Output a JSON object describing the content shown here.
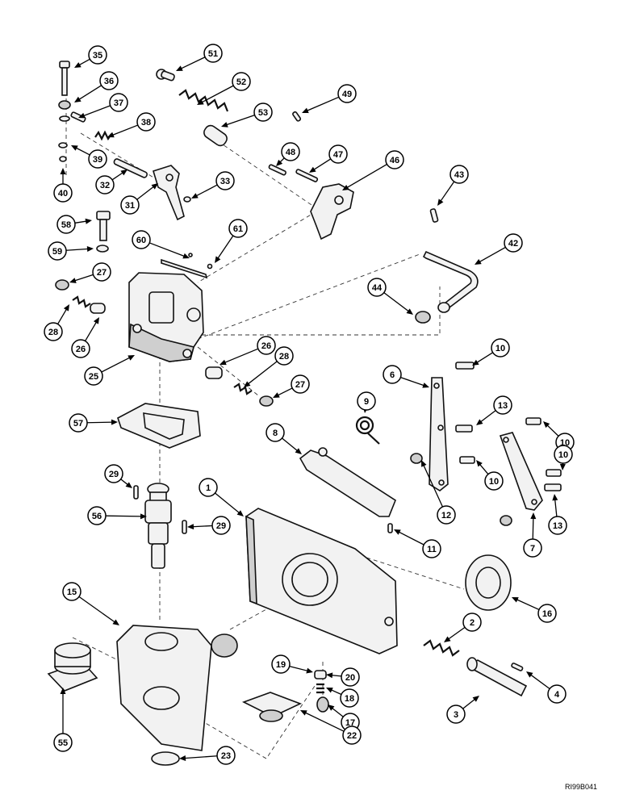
{
  "drawing_code": "RI99B041",
  "callouts": [
    {
      "label": "35"
    },
    {
      "label": "36"
    },
    {
      "label": "37"
    },
    {
      "label": "38"
    },
    {
      "label": "39"
    },
    {
      "label": "40"
    },
    {
      "label": "32"
    },
    {
      "label": "31"
    },
    {
      "label": "33"
    },
    {
      "label": "51"
    },
    {
      "label": "52"
    },
    {
      "label": "53"
    },
    {
      "label": "49"
    },
    {
      "label": "48"
    },
    {
      "label": "47"
    },
    {
      "label": "46"
    },
    {
      "label": "43"
    },
    {
      "label": "58"
    },
    {
      "label": "59"
    },
    {
      "label": "60"
    },
    {
      "label": "61"
    },
    {
      "label": "42"
    },
    {
      "label": "27"
    },
    {
      "label": "28"
    },
    {
      "label": "26"
    },
    {
      "label": "44"
    },
    {
      "label": "25"
    },
    {
      "label": "26"
    },
    {
      "label": "28"
    },
    {
      "label": "27"
    },
    {
      "label": "10"
    },
    {
      "label": "6"
    },
    {
      "label": "9"
    },
    {
      "label": "13"
    },
    {
      "label": "57"
    },
    {
      "label": "8"
    },
    {
      "label": "10"
    },
    {
      "label": "10"
    },
    {
      "label": "10"
    },
    {
      "label": "29"
    },
    {
      "label": "1"
    },
    {
      "label": "56"
    },
    {
      "label": "29"
    },
    {
      "label": "12"
    },
    {
      "label": "13"
    },
    {
      "label": "11"
    },
    {
      "label": "7"
    },
    {
      "label": "15"
    },
    {
      "label": "16"
    },
    {
      "label": "2"
    },
    {
      "label": "19"
    },
    {
      "label": "20"
    },
    {
      "label": "18"
    },
    {
      "label": "4"
    },
    {
      "label": "17"
    },
    {
      "label": "3"
    },
    {
      "label": "55"
    },
    {
      "label": "22"
    },
    {
      "label": "23"
    }
  ]
}
